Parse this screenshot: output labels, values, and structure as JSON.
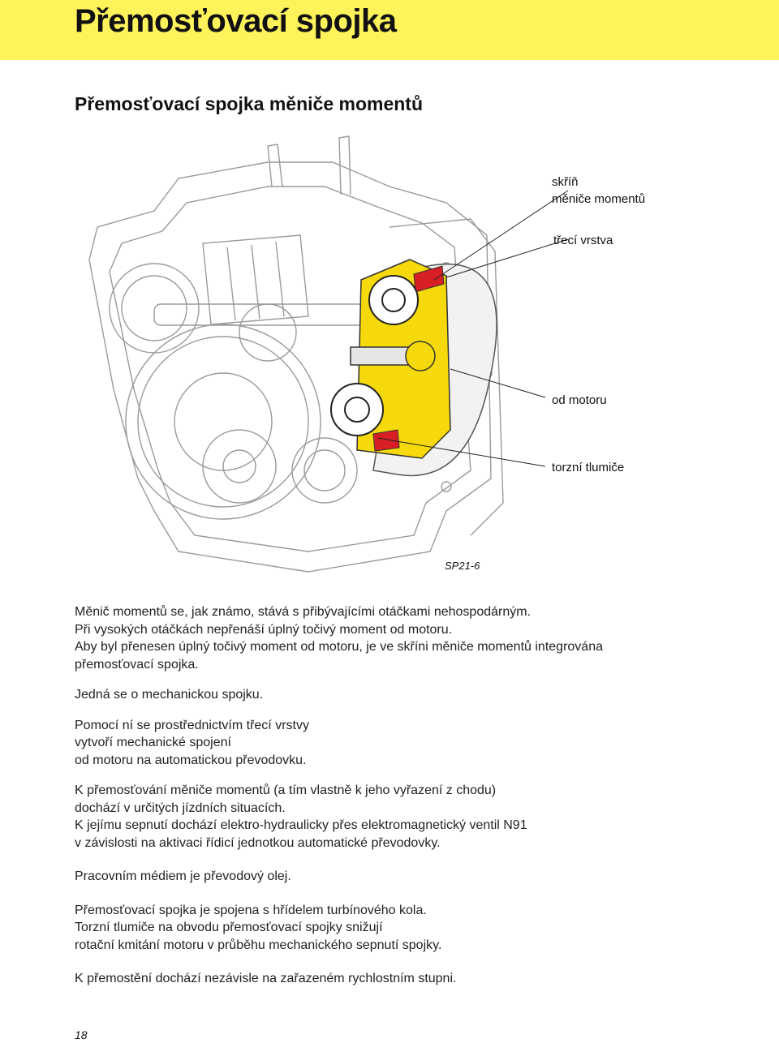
{
  "header": {
    "title": "Přemosťovací spojka",
    "band_color": "#fff35c"
  },
  "section": {
    "title": "Přemosťovací spojka měniče momentů"
  },
  "figure": {
    "callouts": {
      "housing_line1": "skříň",
      "housing_line2": "měniče momentů",
      "friction_layer": "třecí vrstva",
      "from_engine": "od motoru",
      "torsion_damper": "torzní tlumiče"
    },
    "code": "SP21-6",
    "highlight_color": "#f5d90a",
    "friction_color": "#d81f26"
  },
  "body": {
    "p1": [
      "Měnič momentů se, jak známo, stává s přibývajícími otáčkami nehospodárným.",
      "Při vysokých otáčkách nepřenáší úplný točivý moment od motoru.",
      "Aby byl přenesen úplný točivý moment od motoru, je ve skříni měniče momentů integrována",
      "přemosťovací spojka."
    ],
    "p2": [
      "Jedná se o mechanickou spojku."
    ],
    "p3": [
      "Pomocí ní se prostřednictvím třecí vrstvy",
      "vytvoří mechanické spojení",
      "od motoru na automatickou převodovku."
    ],
    "p4": [
      "K přemosťování měniče momentů (a tím vlastně k jeho vyřazení z chodu)",
      "dochází v určitých jízdních situacích.",
      "K jejímu sepnutí dochází elektro-hydraulicky přes elektromagnetický ventil N91",
      "v závislosti na aktivaci řídicí jednotkou automatické převodovky."
    ],
    "p5": [
      "Pracovním médiem je převodový olej."
    ],
    "p6": [
      "Přemosťovací spojka je spojena s hřídelem turbínového kola.",
      "Torzní tlumiče na obvodu přemosťovací spojky snižují",
      "rotační kmitání motoru v průběhu mechanického sepnutí spojky."
    ],
    "p7": [
      "K přemostění dochází nezávisle na zařazeném rychlostním stupni."
    ]
  },
  "page_number": "18"
}
